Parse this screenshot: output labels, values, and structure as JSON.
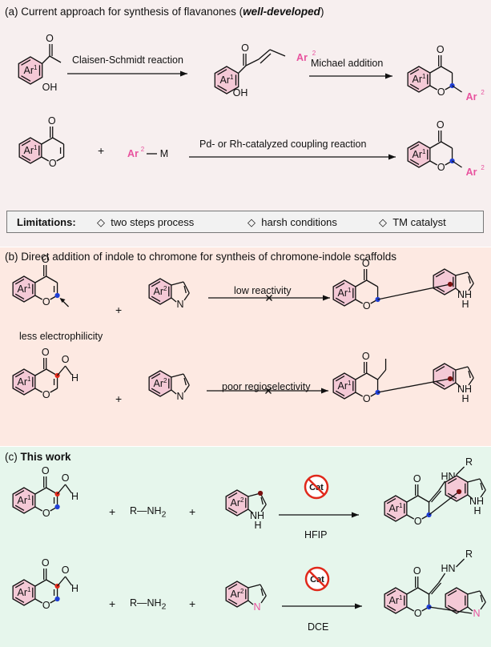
{
  "panel_a": {
    "title_prefix": "(a) Current approach for synthesis of flavanones (",
    "title_emph": "well-developed",
    "title_suffix": ")",
    "arrow1_label": "Claisen-Schmidt reaction",
    "arrow2_label": "Michael addition",
    "arrow3_label": "Pd- or Rh-catalyzed  coupling reaction",
    "plus": "+",
    "reagent_ar": "Ar",
    "reagent_sup": "2",
    "reagent_m": "M",
    "limitations": {
      "label": "Limitations:",
      "items": [
        "two steps process",
        "harsh conditions",
        "TM catalyst"
      ]
    }
  },
  "panel_b": {
    "title": "(b) Direct addition of indole to chromone for syntheis of chromone-indole scaffolds",
    "row1_arrow_label": "low reactivity",
    "row1_note": "less electrophilicity",
    "row2_arrow_label": "poor regioselectivity",
    "plus": "+"
  },
  "panel_c": {
    "title_prefix": "(c) ",
    "title_bold": "This work",
    "amine": "R—NH",
    "amine_sub": "2",
    "plus": "+",
    "cat_label": "Cat",
    "row1_solvent": "HFIP",
    "row2_solvent": "DCE",
    "imine_label": "HN",
    "r_label": "R"
  },
  "atoms": {
    "O": "O",
    "H": "H",
    "OH": "OH",
    "NH": "NH",
    "N": "N"
  },
  "colors": {
    "pink": "#e8529e",
    "blue": "#1f3fd6",
    "red": "#e0291b",
    "darkred": "#7a1010",
    "ring_fill": "#f4c9d6"
  }
}
